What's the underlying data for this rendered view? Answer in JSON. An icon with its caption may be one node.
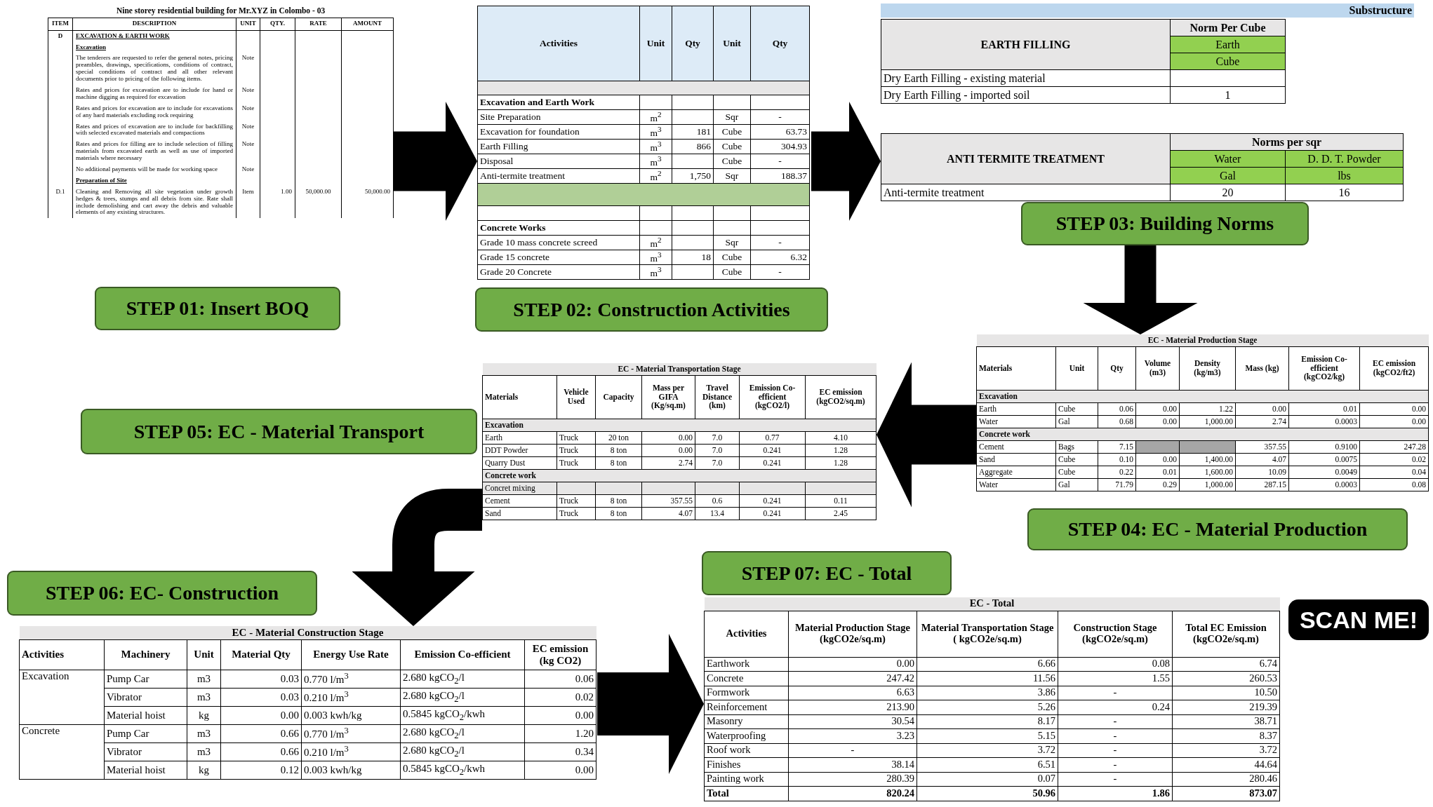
{
  "diagram": {
    "nodes": [
      {
        "text": [
          "Nine storey residential building for Mr.XYZ in Colombo - 03",
          "ITEM",
          "DESCRIPTION",
          "UNIT",
          "QTY.",
          "RATE",
          "AMOUNT",
          "D",
          "EXCAVATION & EARTH WORK",
          "Excavation",
          "The tenderers are requested to refer the general notes, pricing preambles, drawings, specifications, conditions of contract, special conditions of contract and all other relevant documents prior to pricing of the following items.",
          "Note",
          "Rates and prices for excavation are to include for hand or machine digging as required for excavation",
          "Note",
          "Rates and prices for excavation are to include for excavations of any hard materials excluding rock requiring",
          "Note",
          "Rates and prices of excavation are to include for backfilling with selected excavated materials and compactions",
          "Note",
          "Rates and prices for filling are to include selection of filling materials from excavated earth as well as use of imported materials where necessary",
          "Note",
          "No additional payments will be made for working space",
          "Note",
          "Preparation of Site",
          "D.1",
          "Cleaning and Removing all site vegetation under growth hedges & trees, stumps and all debris from site. Rate shall include demolishing and cart away the debris and valuable elements of any existing structures.",
          "Item",
          "1.00",
          "50,000.00",
          "50,000.00"
        ]
      },
      {
        "text": [
          "STEP 01: Insert BOQ"
        ]
      },
      {
        "text": [
          "Activities",
          "Unit",
          "Qty",
          "Unit",
          "Qty",
          "Excavation and Earth Work",
          "Site Preparation",
          "m$^{2}$",
          "Sqr",
          "-",
          "Excavation for foundation",
          "m$^{3}$",
          "181",
          "Cube",
          "63.73",
          "Earth Filling",
          "m$^{3}$",
          "866",
          "Cube",
          "304.93",
          "Disposal",
          "m$^{3}$",
          "Cube",
          "-",
          "Anti-termite treatment",
          "m$^{2}$",
          "1,750",
          "Sqr",
          "188.37",
          "Concrete Works",
          "Grade 10 mass concrete screed",
          "m$^{2}$",
          "Sqr",
          "-",
          "Grade 15 concrete",
          "m$^{3}$",
          "18",
          "Cube",
          "6.32",
          "Grade 20 Concrete",
          "m$^{3}$",
          "Cube",
          "-"
        ]
      },
      {
        "text": [
          "STEP 02: Construction Activities"
        ]
      },
      {
        "text": [
          "Substructure",
          "EARTH FILLING",
          "Norm Per Cube",
          "Earth",
          "Cube",
          "Dry Earth Filling - existing material",
          "Dry Earth Filling - imported soil",
          "1",
          "ANTI TERMITE TREATMENT",
          "Norms per sqr",
          "Water",
          "D. D. T. Powder",
          "Gal",
          "lbs",
          "Anti-termite treatment",
          "20",
          "16"
        ]
      },
      {
        "text": [
          "STEP 03: Building Norms"
        ]
      },
      {
        "text": [
          "EC - Material Production Stage",
          "Materials",
          "Unit",
          "Qty",
          "Volume (m3)",
          "Density (kg/m3)",
          "Mass (kg)",
          "Emission Co-efficient (kgCO2/kg)",
          "EC emission (kgCO2/ft2)",
          "Excavation",
          "Earth",
          "Cube",
          "0.06",
          "0.00",
          "1.22",
          "0.00",
          "0.01",
          "0.00",
          "Water",
          "Gal",
          "0.68",
          "0.00",
          "1,000.00",
          "2.74",
          "0.0003",
          "0.00",
          "Concrete work",
          "Cement",
          "Bags",
          "7.15",
          "357.55",
          "0.9100",
          "247.28",
          "Sand",
          "Cube",
          "0.10",
          "0.00",
          "1,400.00",
          "4.07",
          "0.0075",
          "0.02",
          "Aggregate",
          "Cube",
          "0.22",
          "0.01",
          "1,600.00",
          "10.09",
          "0.0049",
          "0.04",
          "Water",
          "Gal",
          "71.79",
          "0.29",
          "1,000.00",
          "287.15",
          "0.0003",
          "0.08"
        ]
      },
      {
        "text": [
          "STEP 04: EC - Material Production"
        ]
      },
      {
        "text": [
          "EC - Material Transportation Stage",
          "Materials",
          "Vehicle Used",
          "Capacity",
          "Mass per GIFA (Kg/sq.m)",
          "Travel Distance (km)",
          "Emission Co-efficient (kgCO2/l)",
          "EC emission (kgCO2/sq.m)",
          "Excavation",
          "Earth",
          "Truck",
          "20 ton",
          "0.00",
          "7.0",
          "0.77",
          "4.10",
          "DDT Powder",
          "Truck",
          "8 ton",
          "0.00",
          "7.0",
          "0.241",
          "1.28",
          "Quarry Dust",
          "Truck",
          "8 ton",
          "2.74",
          "7.0",
          "0.241",
          "1.28",
          "Concrete work",
          "Concret mixing",
          "Cement",
          "Truck",
          "8 ton",
          "357.55",
          "0.6",
          "0.241",
          "0.11",
          "Sand",
          "Truck",
          "8 ton",
          "4.07",
          "13.4",
          "0.241",
          "2.45"
        ]
      },
      {
        "text": [
          "STEP 05: EC - Material Transport"
        ]
      },
      {
        "text": [
          "STEP 06: EC- Construction"
        ]
      },
      {
        "text": [
          "EC - Material Construction Stage",
          "Activities",
          "Machinery",
          "Unit",
          "Material Qty",
          "Energy Use Rate",
          "Emission Co-efficient",
          "EC emission (kg CO2)",
          "Excavation",
          "Pump Car",
          "m3",
          "0.03",
          "0.770 l/m$^{3}$",
          "2.680 kgCO$_{2}$/l",
          "0.06",
          "Vibrator",
          "m3",
          "0.03",
          "0.210 l/m$^{3}$",
          "2.680 kgCO$_{2}$/l",
          "0.02",
          "Material hoist",
          "kg",
          "0.00",
          "0.003 kwh/kg",
          "0.5845 kgCO$_{2}$/kwh",
          "0.00",
          "Concrete",
          "Pump Car",
          "m3",
          "0.66",
          "0.770 l/m$^{3}$",
          "2.680 kgCO$_{2}$/l",
          "1.20",
          "Vibrator",
          "m3",
          "0.66",
          "0.210 l/m$^{3}$",
          "2.680 kgCO$_{2}$/l",
          "0.34",
          "Material hoist",
          "kg",
          "0.12",
          "0.003 kwh/kg",
          "0.5845 kgCO$_{2}$/kwh",
          "0.00"
        ]
      },
      {
        "text": [
          "STEP 07: EC - Total"
        ]
      },
      {
        "text": [
          "EC - Total",
          "Activities",
          "Material Production Stage (kgCO2e/sq.m)",
          "Material Transportation Stage ( kgCO2e/sq.m)",
          "Construction Stage (kgCO2e/sq.m)",
          "Total EC Emission (kgCO2e/sq.m)",
          "Earthwork",
          "0.00",
          "6.66",
          "0.08",
          "6.74",
          "Concrete",
          "247.42",
          "11.56",
          "1.55",
          "260.53",
          "Formwork",
          "6.63",
          "3.86",
          "-",
          "10.50",
          "Reinforcement",
          "213.90",
          "5.26",
          "0.24",
          "219.39",
          "Masonry",
          "30.54",
          "8.17",
          "-",
          "38.71",
          "Waterproofing",
          "3.23",
          "5.15",
          "-",
          "8.37",
          "Roof work",
          "-",
          "3.72",
          "-",
          "3.72",
          "Finishes",
          "38.14",
          "6.51",
          "-",
          "44.64",
          "Painting work",
          "280.39",
          "0.07",
          "-",
          "280.46",
          "Total",
          "820.24",
          "50.96",
          "1.86",
          "873.07"
        ]
      }
    ],
    "edges": [
      {
        "from": 0,
        "to": 2,
        "arrow": "to"
      },
      {
        "from": 2,
        "to": 4,
        "arrow": "to"
      },
      {
        "from": 5,
        "to": 6,
        "arrow": "to"
      },
      {
        "from": 6,
        "to": 8,
        "arrow": "to"
      },
      {
        "from": 8,
        "to": 11,
        "arrow": "to"
      },
      {
        "from": 11,
        "to": 13,
        "arrow": "to"
      }
    ],
    "labels": [
      "SCAN ME!"
    ]
  }
}
